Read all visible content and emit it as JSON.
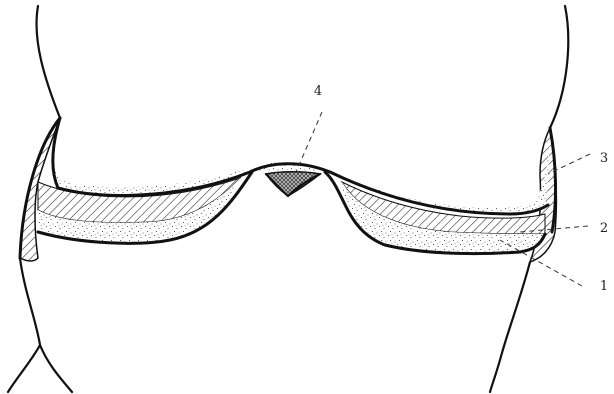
{
  "figure": {
    "labels": [
      {
        "key": "label_1",
        "text": "1"
      },
      {
        "key": "label_2",
        "text": "2"
      },
      {
        "key": "label_3",
        "text": "3"
      },
      {
        "key": "label_4",
        "text": "4"
      }
    ],
    "layers": [
      {
        "label": "1",
        "pattern": "stipple"
      },
      {
        "label": "2",
        "pattern": "hatch"
      },
      {
        "label": "3",
        "pattern": "stipple"
      },
      {
        "label": "4",
        "pattern": "cross-hatch"
      }
    ]
  }
}
